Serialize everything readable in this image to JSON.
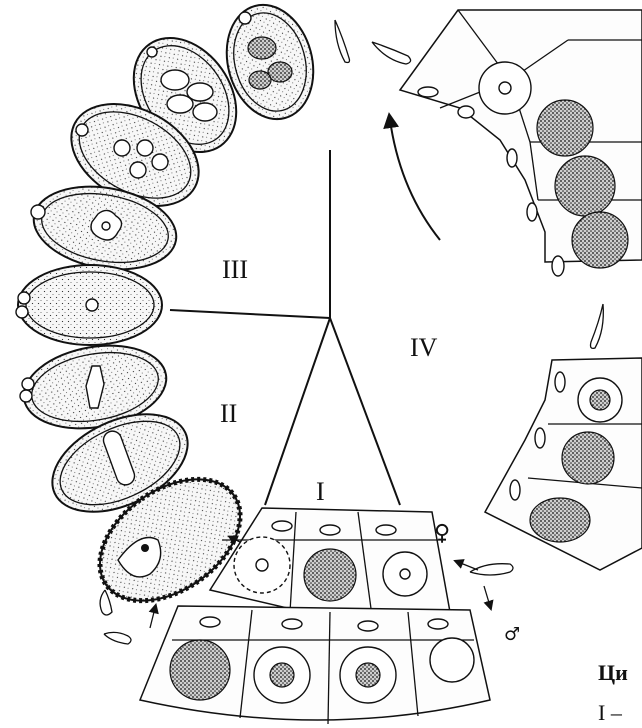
{
  "diagram": {
    "zone_labels": {
      "I": "I",
      "II": "II",
      "III": "III",
      "IV": "IV"
    },
    "sex_symbols": {
      "female": "♀",
      "male": "♂"
    },
    "caption_fragment": "Ци",
    "caption_fragment_2": "I –"
  }
}
